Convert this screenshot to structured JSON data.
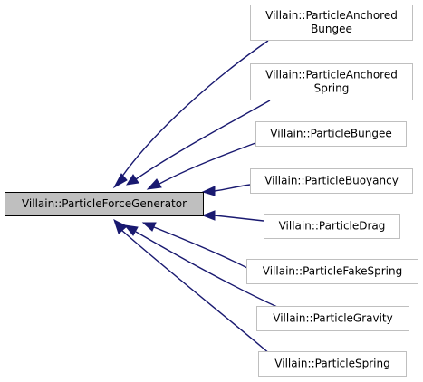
{
  "diagram": {
    "base_class": {
      "lines": [
        "Villain::ParticleForceGenerator"
      ]
    },
    "derived_classes": [
      {
        "id": "anchored-bungee",
        "lines": [
          "Villain::ParticleAnchored",
          "Bungee"
        ]
      },
      {
        "id": "anchored-spring",
        "lines": [
          "Villain::ParticleAnchored",
          "Spring"
        ]
      },
      {
        "id": "bungee",
        "lines": [
          "Villain::ParticleBungee"
        ]
      },
      {
        "id": "buoyancy",
        "lines": [
          "Villain::ParticleBuoyancy"
        ]
      },
      {
        "id": "drag",
        "lines": [
          "Villain::ParticleDrag"
        ]
      },
      {
        "id": "fake-spring",
        "lines": [
          "Villain::ParticleFakeSpring"
        ]
      },
      {
        "id": "gravity",
        "lines": [
          "Villain::ParticleGravity"
        ]
      },
      {
        "id": "spring",
        "lines": [
          "Villain::ParticleSpring"
        ]
      }
    ],
    "colors": {
      "edge": "#191970",
      "base_fill": "#bfbfbf",
      "base_stroke": "#000000",
      "node_stroke": "#bfbfbf",
      "node_fill": "#ffffff",
      "text": "#000000"
    }
  }
}
